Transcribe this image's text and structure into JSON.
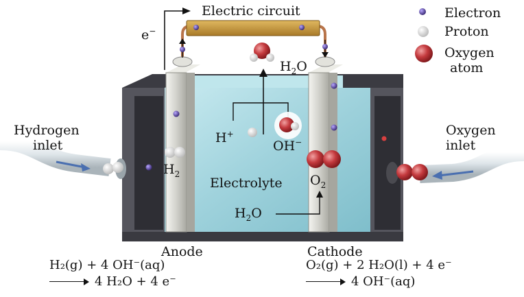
{
  "labels": {
    "electric_circuit": "Electric circuit",
    "electron_symbol": "e",
    "electron_sup": "−",
    "hydrogen": "Hydrogen",
    "hydrogen_inlet": "inlet",
    "oxygen": "Oxygen",
    "oxygen_inlet": "inlet",
    "h2": "H",
    "h2_sub": "2",
    "h_plus": "H",
    "h_plus_sup": "+",
    "oh_minus": "OH",
    "oh_minus_sup": "−",
    "electrolyte": "Electrolyte",
    "o2": "O",
    "o2_sub": "2",
    "h2o_top": "H",
    "h2o_top_sub": "2",
    "h2o_top_o": "O",
    "h2o_bottom": "H",
    "h2o_bottom_sub": "2",
    "h2o_bottom_o": "O",
    "anode": "Anode",
    "cathode": "Cathode"
  },
  "legend": {
    "electron": "Electron",
    "proton": "Proton",
    "oxygen_atom_1": "Oxygen",
    "oxygen_atom_2": "atom"
  },
  "equations": {
    "anode_line1": "H₂(g)  +  4 OH⁻(aq)",
    "anode_line2": "4 H₂O  +  4 e⁻",
    "cathode_line1": "O₂(g)  +  2 H₂O(l) +  4 e⁻",
    "cathode_line2": "4 OH⁻(aq)"
  },
  "colors": {
    "electron": "#4b3a8c",
    "proton": "#e8e8e8",
    "oxygen": "#b8282c",
    "electrolyte": "#a9d8e0",
    "casing": "#4a4a52",
    "electrode": "#d7d7d2",
    "circuit_board": "#c99a3a",
    "wire": "#b8744a"
  }
}
